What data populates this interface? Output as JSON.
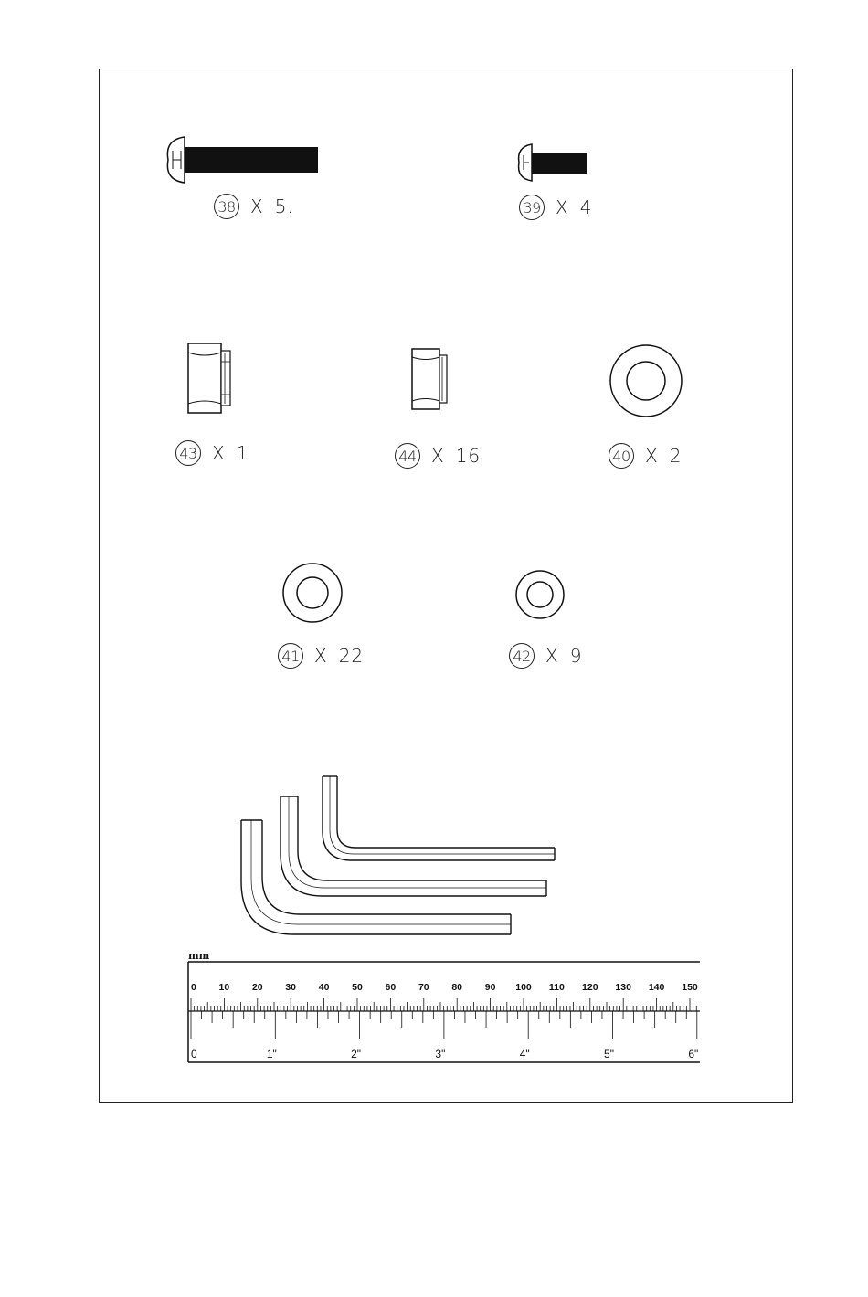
{
  "parts": [
    {
      "id": "38",
      "x_symbol": "X",
      "qty": "5.",
      "icon": "long-bolt-icon"
    },
    {
      "id": "39",
      "x_symbol": "X",
      "qty": "4",
      "icon": "short-bolt-icon"
    },
    {
      "id": "43",
      "x_symbol": "X",
      "qty": "1",
      "icon": "large-nut-icon"
    },
    {
      "id": "44",
      "x_symbol": "X",
      "qty": "16",
      "icon": "small-nut-icon"
    },
    {
      "id": "40",
      "x_symbol": "X",
      "qty": "2",
      "icon": "large-washer-icon"
    },
    {
      "id": "41",
      "x_symbol": "X",
      "qty": "22",
      "icon": "medium-washer-icon"
    },
    {
      "id": "42",
      "x_symbol": "X",
      "qty": "9",
      "icon": "small-washer-icon"
    }
  ],
  "tools": {
    "icon": "allen-wrench-set-icon"
  },
  "ruler": {
    "unit_label": "mm",
    "mm_labels": [
      "0",
      "10",
      "20",
      "30",
      "40",
      "50",
      "60",
      "70",
      "80",
      "90",
      "100",
      "110",
      "120",
      "130",
      "140",
      "150"
    ],
    "inch_labels": [
      "0",
      "1\"",
      "2\"",
      "3\"",
      "4\"",
      "5\"",
      "6\""
    ]
  }
}
